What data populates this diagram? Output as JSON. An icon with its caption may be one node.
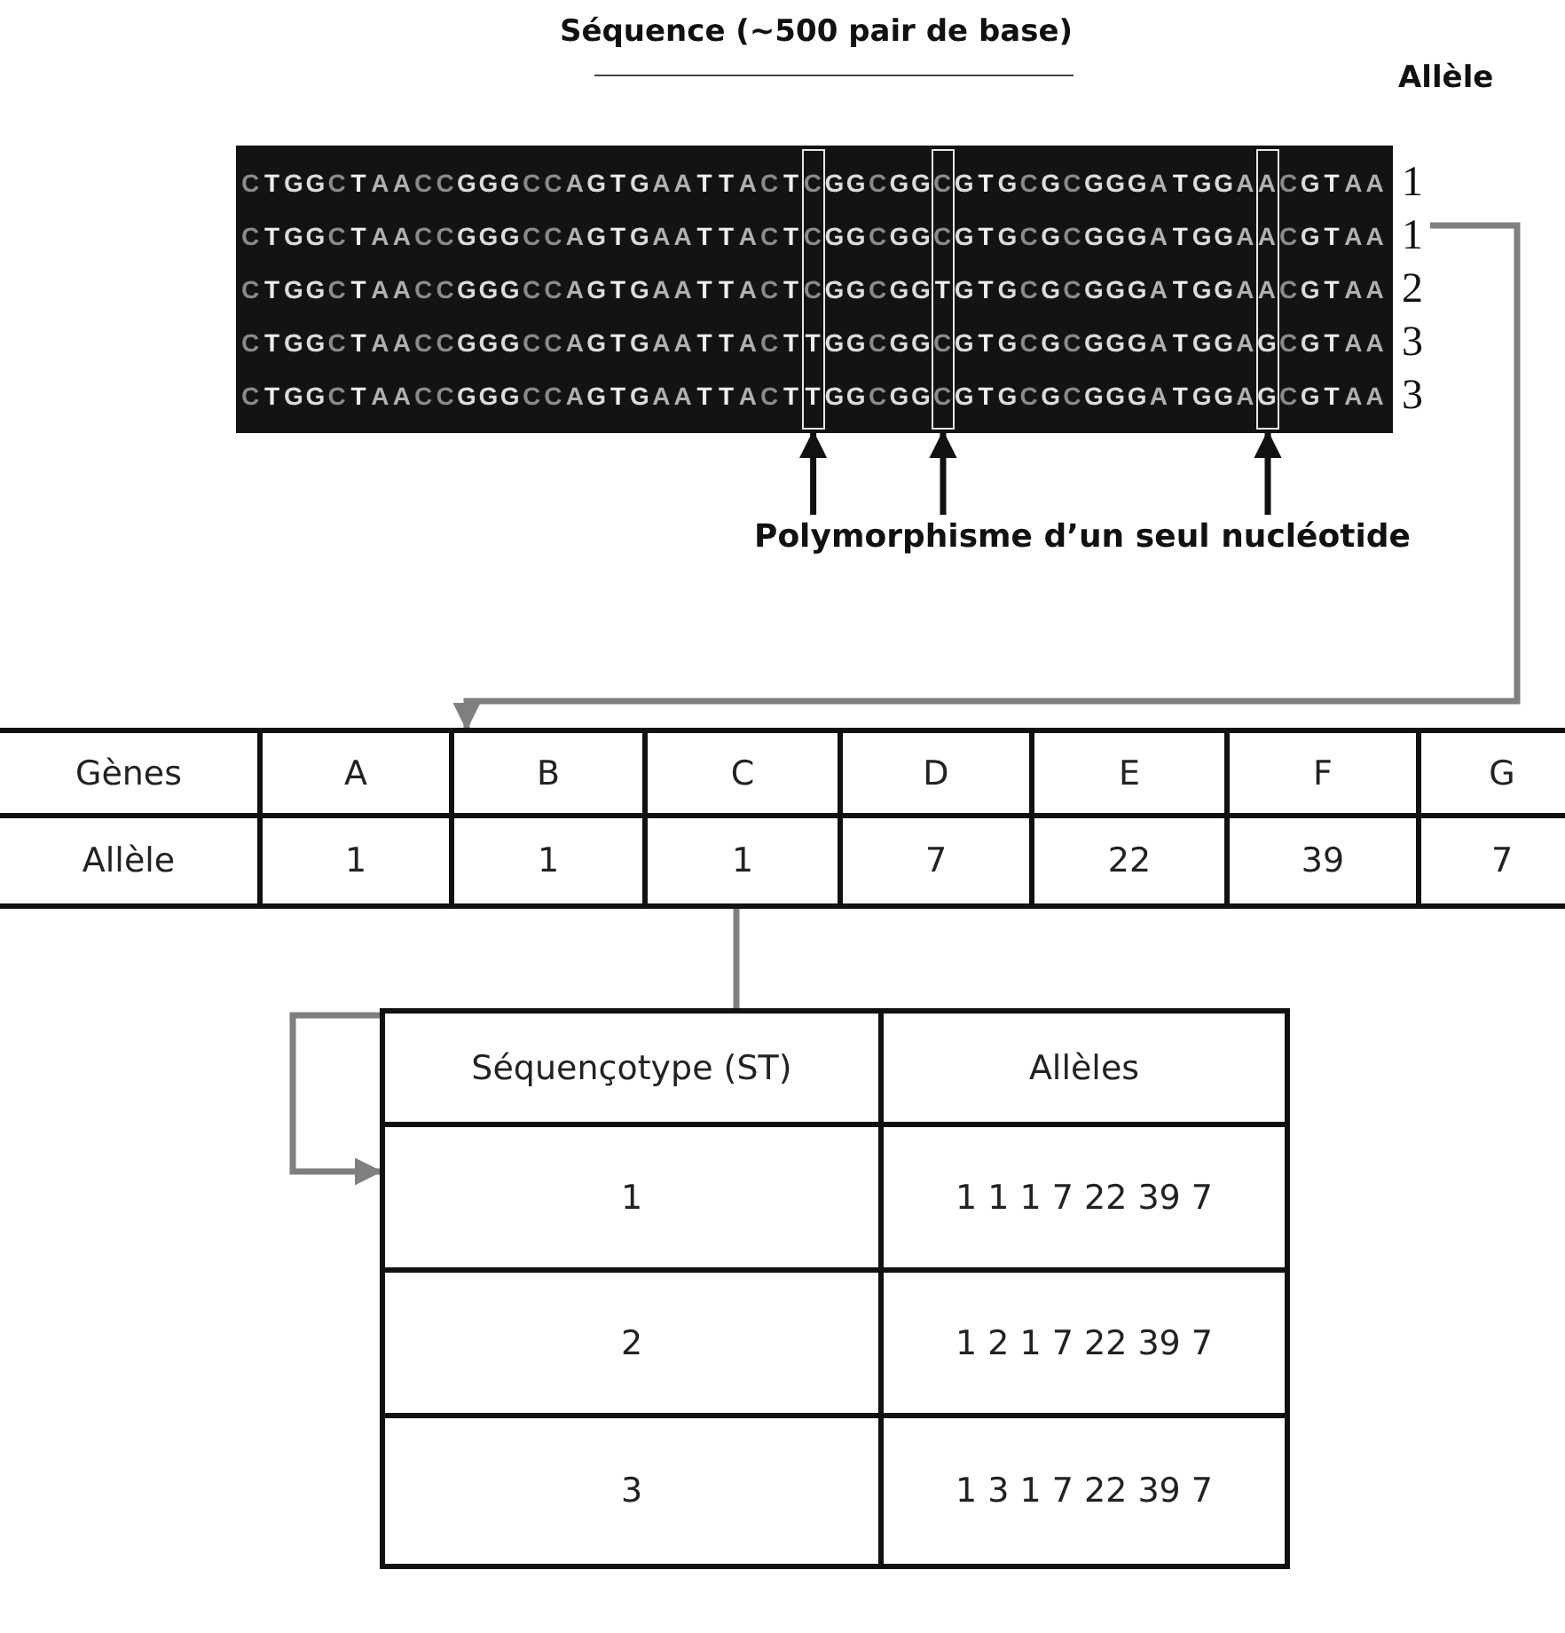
{
  "diagram": {
    "title": "Séquence (~500 pair de base)",
    "nodes": [
      {
        "text": [
          "CTGGCTAACCGGGCCAGTGAATTACTCGGCGGCGTGCGCGGGATGGAACGTAA",
          "CTGGCTAACCGGGCCAGTGAATTACTCGGCGGCGTGCGCGGGATGGAACGTAA",
          "CTGGCTAACCGGGCCAGTGAATTACTCGGCGGTGTGCGCGGGATGGAACGTAA",
          "CTGGCTAACCGGGCCAGTGAATTACTTGGCGGCGTGCGCGGGATGGAGCGTAA",
          "CTGGCTAACCGGGCCAGTGAATTACTTGGCGGCGTGCGCGGGATGGAGCGTAA"
        ]
      },
      {
        "text": [
          "Polymorphisme d’un seul nucléotide"
        ]
      },
      {
        "text": [
          "1"
        ]
      },
      {
        "text": [
          "Gènes",
          "A",
          "B",
          "C",
          "D",
          "E",
          "F",
          "G",
          "Allèle",
          "1",
          "1",
          "1",
          "7",
          "22",
          "39",
          "7"
        ]
      },
      {
        "text": [
          "Séquençotype (ST)",
          "Allèles",
          "1",
          "1 1 1 7 22 39 7",
          "2",
          "1 2 1 7 22 39 7",
          "3",
          "1 3 1 7 22 39 7"
        ]
      }
    ],
    "edges": [
      {
        "from": 1,
        "to": 0,
        "arrow": "to"
      },
      {
        "from": 1,
        "to": 0,
        "arrow": "to"
      },
      {
        "from": 1,
        "to": 0,
        "arrow": "to"
      },
      {
        "from": 2,
        "to": 3,
        "arrow": "to",
        "color": "#7f7f7f"
      },
      {
        "from": 3,
        "to": 4,
        "arrow": "to",
        "color": "#7f7f7f"
      }
    ],
    "labels": [
      "Allèle",
      "1",
      "2",
      "3",
      "3"
    ]
  }
}
